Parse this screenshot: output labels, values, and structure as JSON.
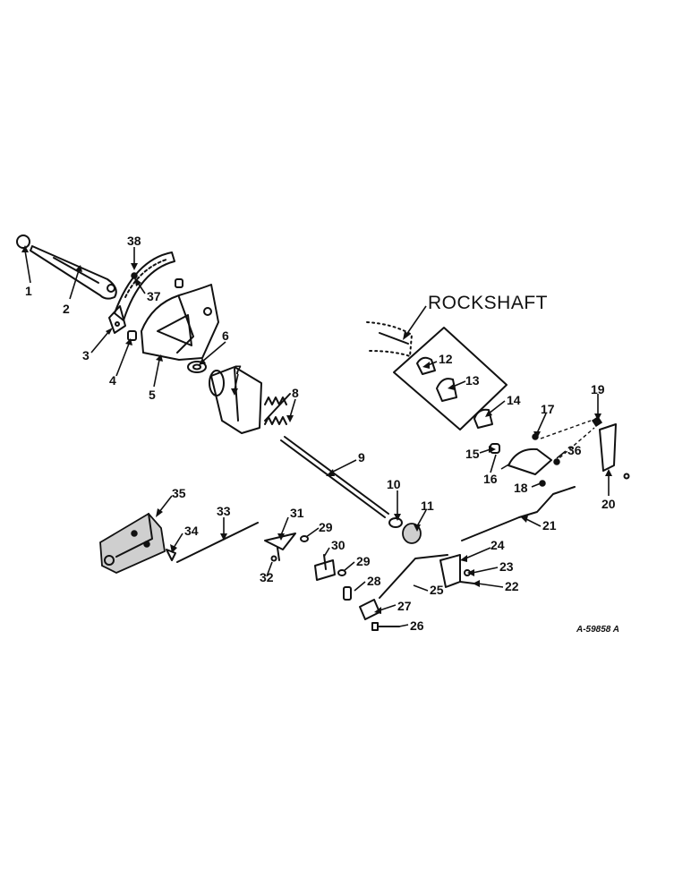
{
  "diagram": {
    "callout_label": "ROCKSHAFT",
    "reference_code": "A-59858 A",
    "part_numbers": [
      "1",
      "2",
      "3",
      "4",
      "5",
      "6",
      "7",
      "8",
      "9",
      "10",
      "11",
      "12",
      "13",
      "14",
      "15",
      "16",
      "17",
      "18",
      "19",
      "20",
      "21",
      "22",
      "23",
      "24",
      "25",
      "26",
      "27",
      "28",
      "29",
      "29",
      "30",
      "31",
      "32",
      "33",
      "34",
      "35",
      "36",
      "37",
      "38"
    ]
  }
}
